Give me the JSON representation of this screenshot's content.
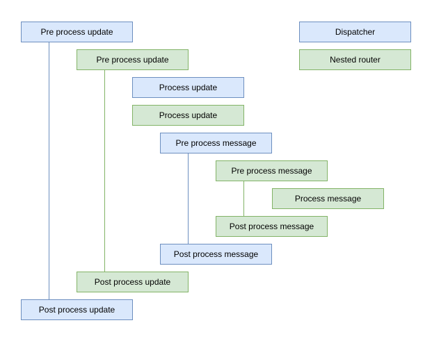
{
  "diagram": {
    "nodes": [
      {
        "label": "Pre process update",
        "type": "dispatcher"
      },
      {
        "label": "Pre process update",
        "type": "nested-router"
      },
      {
        "label": "Process update",
        "type": "dispatcher"
      },
      {
        "label": "Process update",
        "type": "nested-router"
      },
      {
        "label": "Pre process message",
        "type": "dispatcher"
      },
      {
        "label": "Pre process message",
        "type": "nested-router"
      },
      {
        "label": "Process message",
        "type": "nested-router"
      },
      {
        "label": "Post process message",
        "type": "nested-router"
      },
      {
        "label": "Post process message",
        "type": "dispatcher"
      },
      {
        "label": "Post process update",
        "type": "nested-router"
      },
      {
        "label": "Post process update",
        "type": "dispatcher"
      }
    ],
    "legend": [
      {
        "label": "Dispatcher",
        "type": "dispatcher"
      },
      {
        "label": "Nested router",
        "type": "nested-router"
      }
    ],
    "colors": {
      "dispatcher_fill": "#dae8fc",
      "dispatcher_border": "#6c8ebf",
      "nested_router_fill": "#d5e8d4",
      "nested_router_border": "#82b366"
    }
  }
}
